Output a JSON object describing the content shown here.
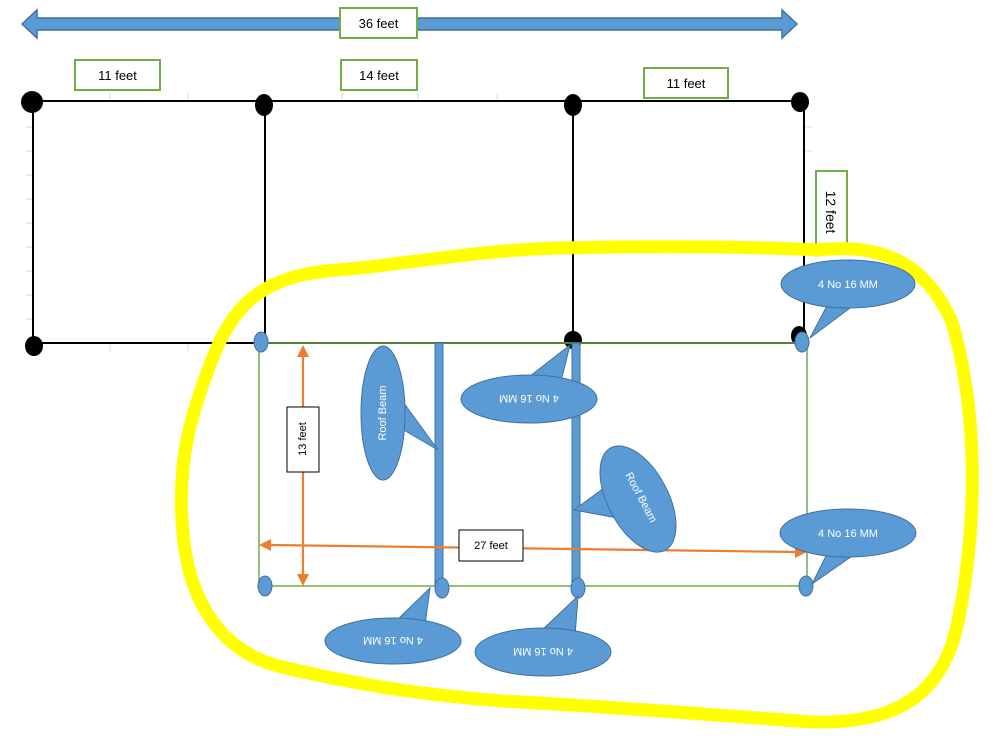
{
  "dimensions": {
    "overall": "36 feet",
    "bay_left": "11 feet",
    "bay_middle": "14 feet",
    "bay_right": "11 feet",
    "depth": "12 feet",
    "extension_depth": "13 feet",
    "extension_width": "27 feet"
  },
  "callouts": {
    "rebar_top_right": "4 No 16 MM",
    "rebar_mid_right": "4 No 16 MM",
    "rebar_top_center": "4 No 16 MM",
    "rebar_bottom_left": "4 No 16 MM",
    "rebar_bottom_center": "4 No 16 MM",
    "roof_beam_left": "Roof Beam",
    "roof_beam_right": "Roof Beam"
  },
  "colors": {
    "frame": "#000000",
    "accent_blue": "#5b9bd5",
    "blue_stroke": "#41719c",
    "label_border": "#70ad47",
    "dimension_arrow": "#ed7d31",
    "highlight": "#ffff00"
  }
}
